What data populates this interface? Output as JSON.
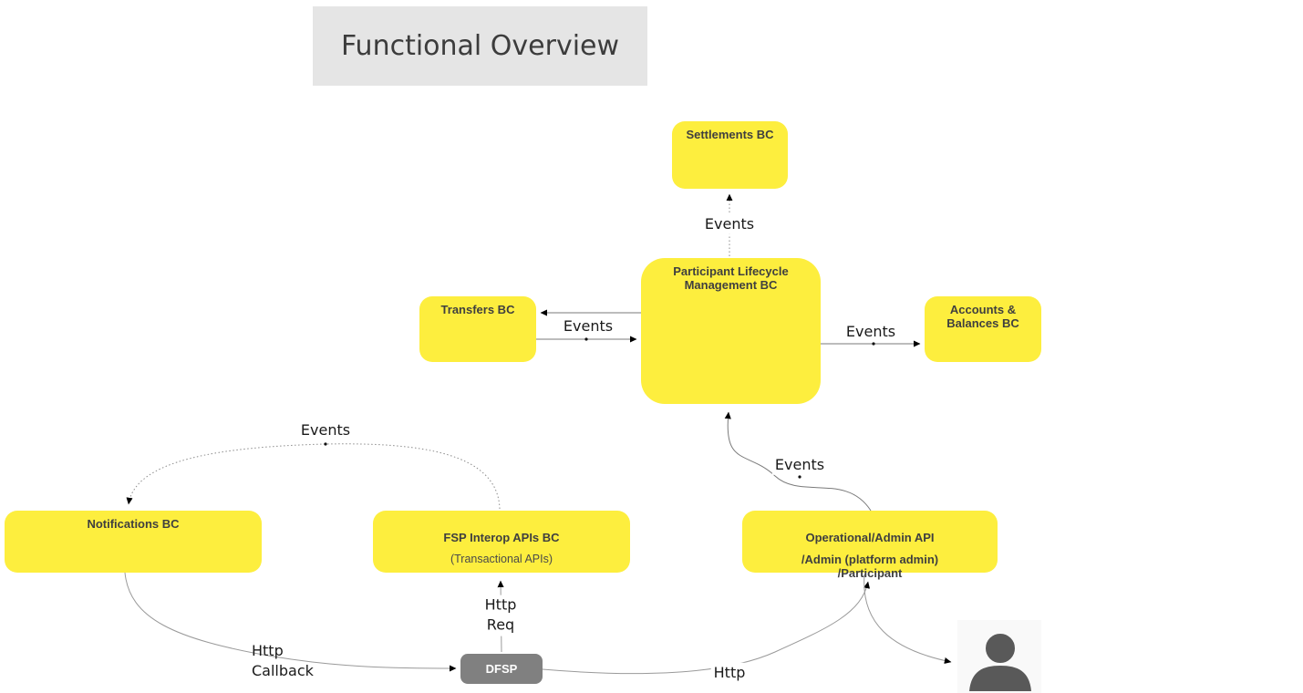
{
  "title": "Functional Overview",
  "nodes": {
    "settlements": {
      "label": "Settlements BC"
    },
    "plm": {
      "label": "Participant Lifecycle\nManagement BC"
    },
    "transfers": {
      "label": "Transfers BC"
    },
    "accounts": {
      "label": "Accounts &\nBalances BC"
    },
    "notifications": {
      "label": "Notifications BC"
    },
    "fsp_interop": {
      "label": "FSP Interop APIs BC",
      "sublabel": "(Transactional APIs)"
    },
    "ops_admin": {
      "label": "Operational/Admin API",
      "sublabel": "/Admin (platform admin)\n/Participant"
    },
    "dfsp": {
      "label": "DFSP"
    }
  },
  "edges": {
    "plm_to_settlements": "Events",
    "plm_transfers": "Events",
    "plm_to_accounts": "Events",
    "ops_to_plm": "Events",
    "fsp_to_notifications": "Events",
    "dfsp_to_fsp": "Http\nReq",
    "notifications_to_dfsp": "Http\nCallback",
    "dfsp_to_ops": "Http"
  },
  "icons": {
    "person": "person-icon"
  },
  "colors": {
    "node_fill": "#FDEE3E",
    "node_text": "#3F3F3F",
    "dfsp_fill": "#808080",
    "title_bg": "#E5E5E5",
    "person": "#595959",
    "edge_stroke": "#7a7a7a"
  }
}
